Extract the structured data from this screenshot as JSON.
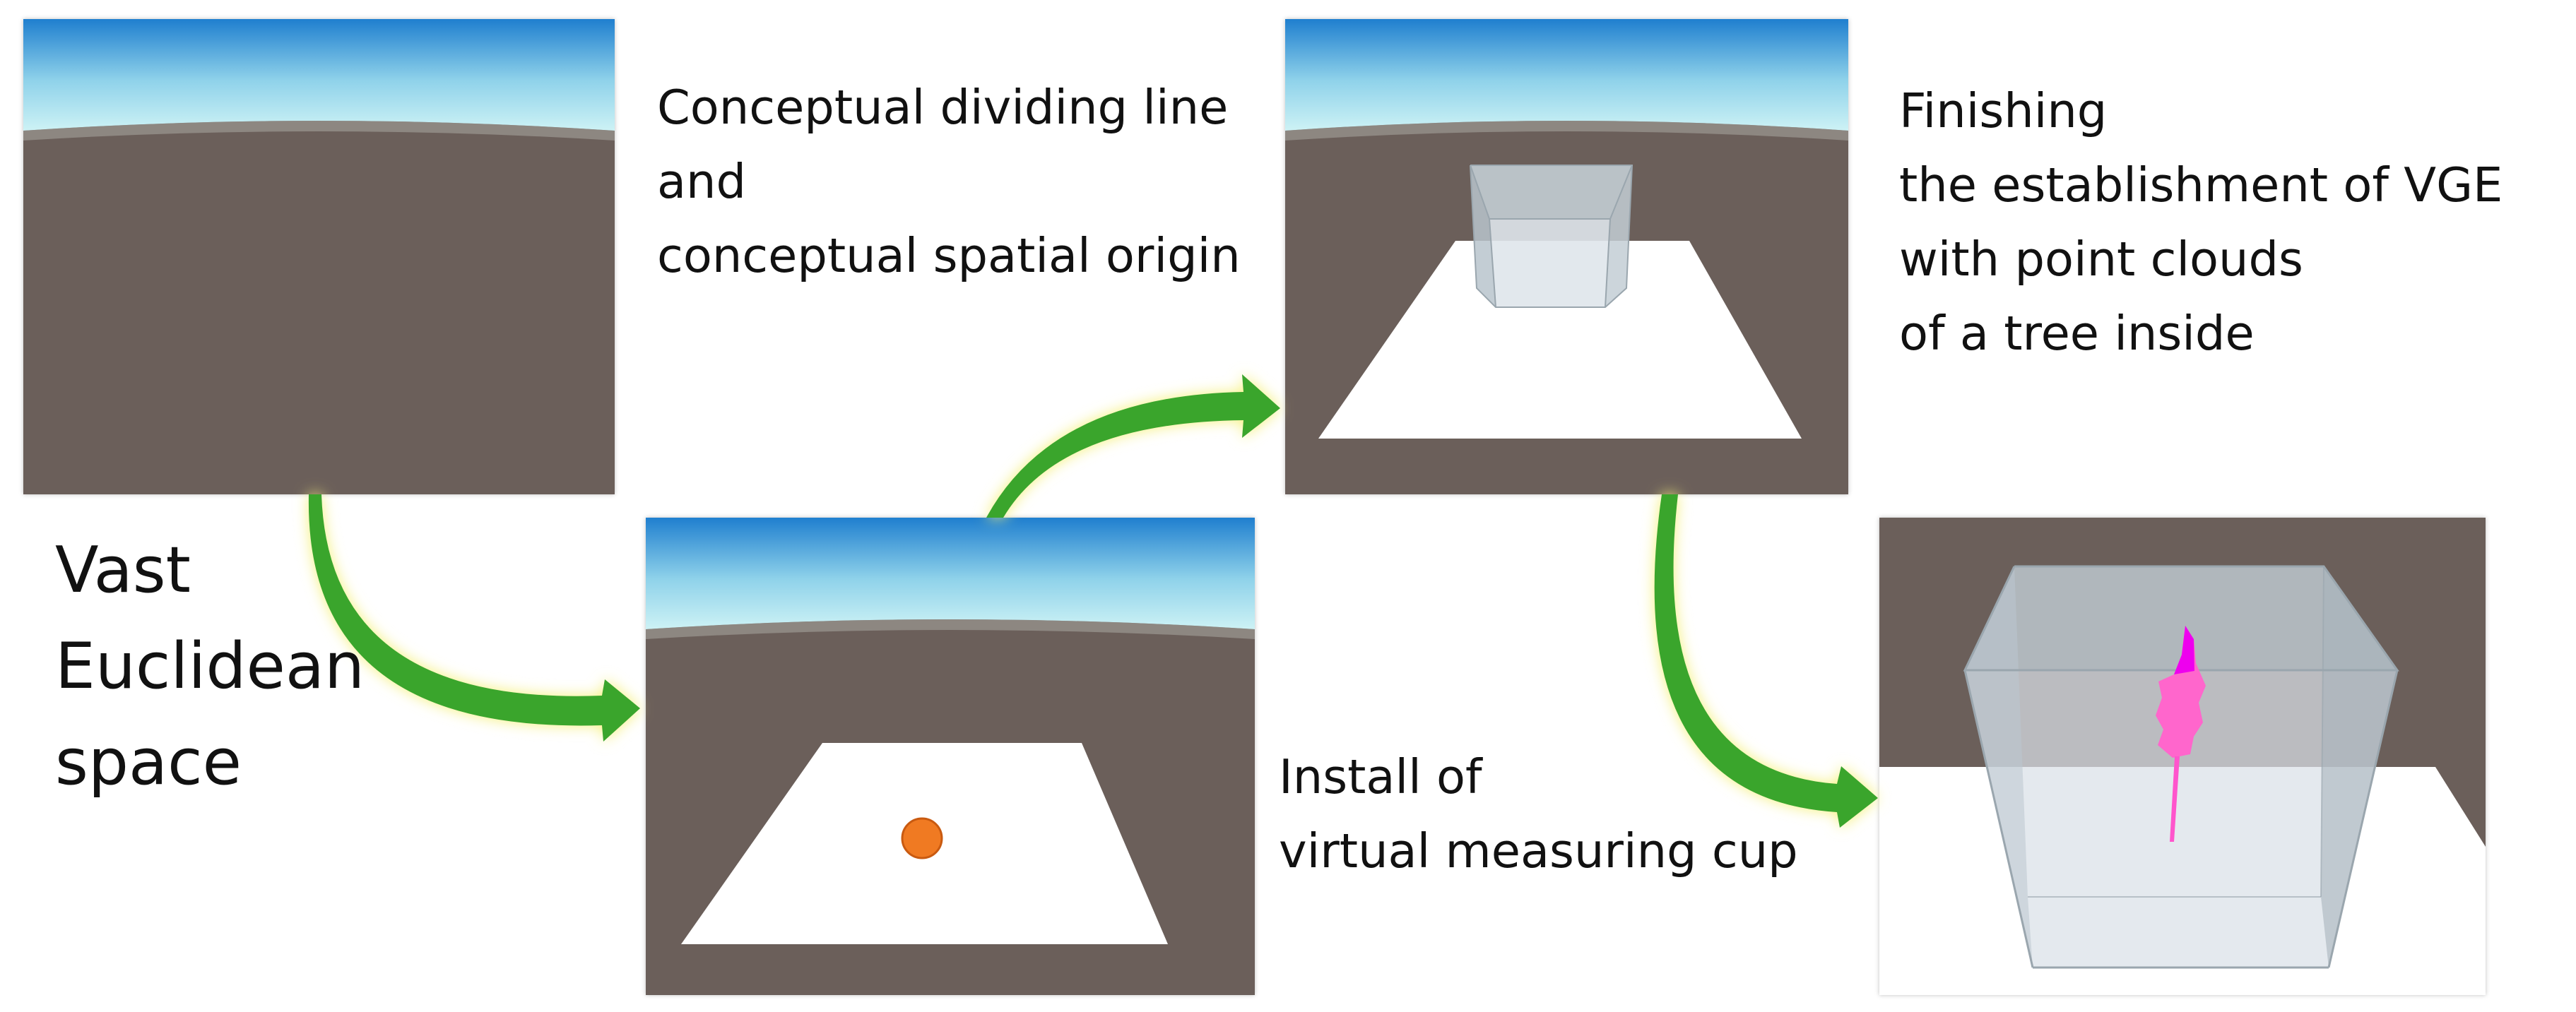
{
  "colors": {
    "sky_top": "#1f7fcf",
    "sky_horizon": "#cdf2f5",
    "ground": "#6b5f5a",
    "plane": "#ffffff",
    "origin_dot": "#f07a22",
    "arrow_green": "#3aa52c",
    "arrow_glow": "#f5f07a",
    "point_cloud": "#ff55cc",
    "point_cloud_dark": "#ee00ee"
  },
  "steps": [
    {
      "lines": [
        "Vast",
        "Euclidean",
        "space"
      ]
    },
    {
      "lines": [
        "Conceptual dividing line",
        "and",
        "conceptual spatial origin"
      ]
    },
    {
      "lines": [
        "Install of",
        "virtual measuring cup"
      ]
    },
    {
      "lines": [
        "Finishing",
        "the establishment of VGE",
        "with point clouds",
        "of a tree inside"
      ]
    }
  ]
}
